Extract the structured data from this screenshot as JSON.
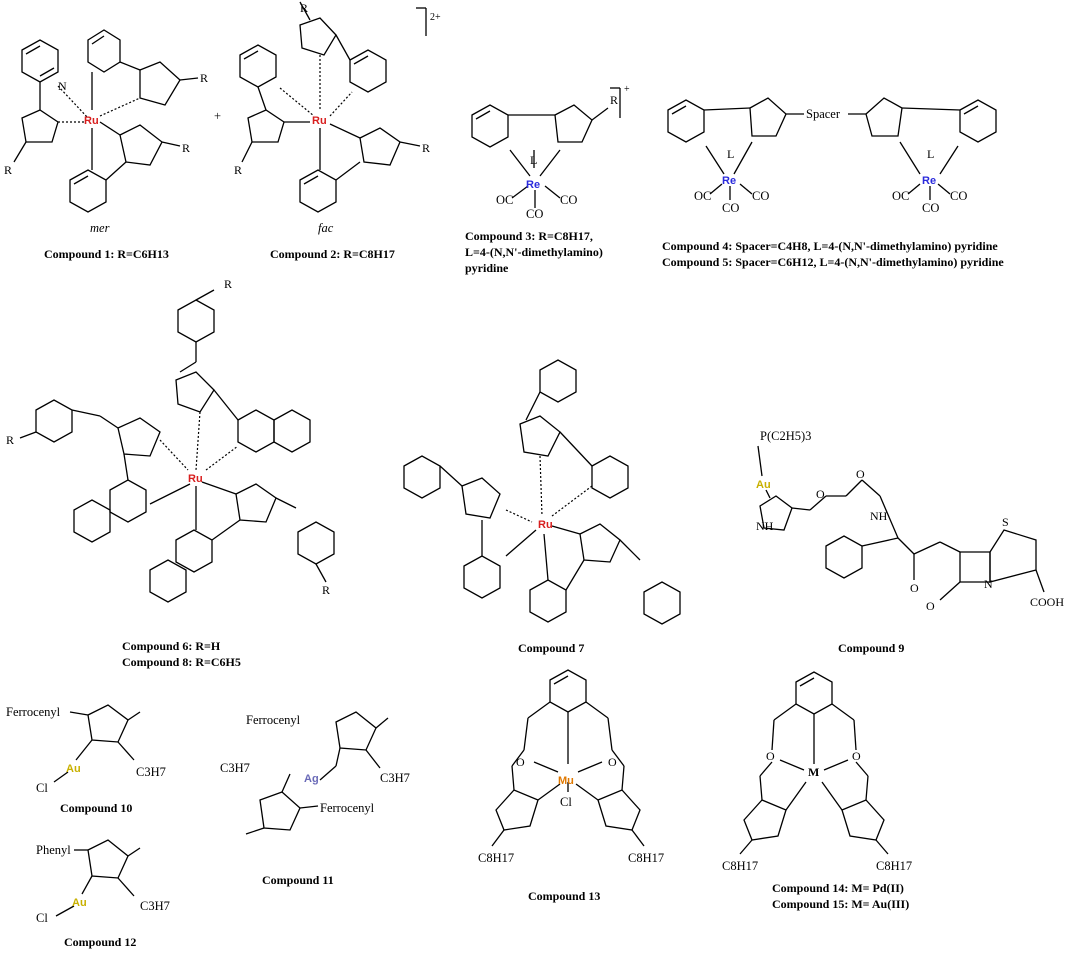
{
  "figure": {
    "compounds": {
      "c1": {
        "isomer_label": "mer",
        "caption": "Compound 1: R=C6H13",
        "metal": "Ru",
        "r_label": "R",
        "n_label": "N"
      },
      "c2": {
        "isomer_label": "fac",
        "caption": "Compound 2: R=C8H17",
        "metal": "Ru",
        "charge": "2+"
      },
      "c3": {
        "caption_line1": "Compound 3: R=C8H17,",
        "caption_line2": "L=4-(N,N'-dimethylamino)",
        "caption_line3": "pyridine",
        "metal": "Re",
        "charge": "+",
        "ligand": "L",
        "co": "CO",
        "oc": "OC"
      },
      "c45": {
        "caption_line1": "Compound 4: Spacer=C4H8, L=4-(N,N'-dimethylamino) pyridine",
        "caption_line2": "Compound 5: Spacer=C6H12, L=4-(N,N'-dimethylamino) pyridine",
        "spacer": "Spacer",
        "metal": "Re"
      },
      "c68": {
        "caption_line1": "Compound 6: R=H",
        "caption_line2": "Compound 8: R=C6H5",
        "metal": "Ru"
      },
      "c7": {
        "caption": "Compound 7",
        "metal": "Ru"
      },
      "c9": {
        "caption": "Compound 9",
        "metal": "Au",
        "phosphine": "P(C2H5)3",
        "o": "O",
        "nh": "NH",
        "n": "N",
        "s": "S",
        "cooh": "COOH"
      },
      "c10": {
        "caption": "Compound 10",
        "metal": "Au",
        "substituent": "Ferrocenyl",
        "alkyl": "C3H7",
        "cl": "Cl"
      },
      "c11": {
        "caption": "Compound 11",
        "metal": "Ag",
        "substituent": "Ferrocenyl",
        "alkyl": "C3H7"
      },
      "c12": {
        "caption": "Compound 12",
        "metal": "Au",
        "substituent": "Phenyl",
        "alkyl": "C3H7",
        "cl": "Cl"
      },
      "c13": {
        "caption": "Compound 13",
        "metal": "Mu",
        "cl": "Cl",
        "alkyl": "C8H17"
      },
      "c1415": {
        "caption_line1": "Compound 14: M= Pd(II)",
        "caption_line2": "Compound 15: M= Au(III)",
        "metal": "M",
        "alkyl": "C8H17"
      }
    }
  }
}
